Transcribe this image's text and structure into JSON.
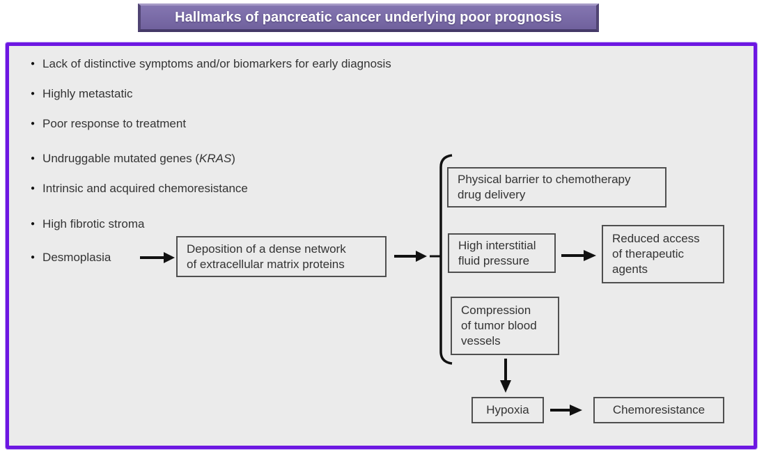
{
  "title_banner": {
    "text": "Hallmarks of pancreatic cancer underlying poor prognosis"
  },
  "bullets": [
    {
      "text": "Lack of distinctive symptoms and/or biomarkers for early diagnosis"
    },
    {
      "text": "Highly metastatic"
    },
    {
      "text": "Poor response to treatment"
    },
    {
      "prefix": "Undruggable mutated genes (",
      "gene": "KRAS",
      "suffix": ")"
    },
    {
      "text": "Intrinsic and acquired chemoresistance"
    },
    {
      "text": "High fibrotic stroma"
    },
    {
      "text": "Desmoplasia"
    }
  ],
  "flow_boxes": {
    "deposition": {
      "lines": [
        "Deposition of a dense network",
        "of extracellular matrix proteins"
      ]
    },
    "physical_barrier": {
      "lines": [
        "Physical barrier to chemotherapy",
        "drug delivery"
      ]
    },
    "fluid_pressure": {
      "lines": [
        "High interstitial",
        "fluid pressure"
      ]
    },
    "reduced_access": {
      "lines": [
        "Reduced access",
        "of therapeutic",
        "agents"
      ]
    },
    "compression": {
      "lines": [
        "Compression",
        "of tumor blood",
        "vessels"
      ]
    },
    "hypoxia": {
      "lines": [
        "Hypoxia"
      ]
    },
    "chemoresistance": {
      "lines": [
        "Chemoresistance"
      ]
    }
  },
  "icons": {
    "bullet": "●"
  },
  "colors": {
    "banner_fill": "#7769a4",
    "banner_text": "#ffffff",
    "panel_border": "#6d17e2",
    "panel_bg": "#ebebeb",
    "box_border": "#4f4f4f",
    "text": "#333333",
    "arrow": "#111111"
  }
}
